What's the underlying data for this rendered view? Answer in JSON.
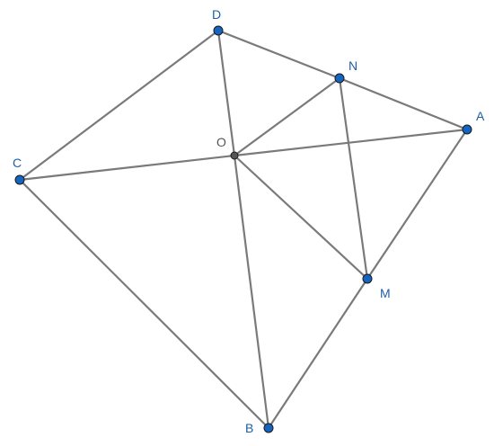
{
  "figure": {
    "points": [
      {
        "id": "D",
        "label": "D",
        "color": "#1565c0",
        "text_color": "#1f5fa6"
      },
      {
        "id": "N",
        "label": "N",
        "color": "#1565c0",
        "text_color": "#1f5fa6"
      },
      {
        "id": "A",
        "label": "A",
        "color": "#1565c0",
        "text_color": "#1f5fa6"
      },
      {
        "id": "C",
        "label": "C",
        "color": "#1565c0",
        "text_color": "#1f5fa6"
      },
      {
        "id": "O",
        "label": "O",
        "color": "#555555",
        "text_color": "#555555"
      },
      {
        "id": "M",
        "label": "M",
        "color": "#1565c0",
        "text_color": "#1f5fa6"
      },
      {
        "id": "B",
        "label": "B",
        "color": "#1565c0",
        "text_color": "#1f5fa6"
      }
    ],
    "segments": [
      [
        "D",
        "N"
      ],
      [
        "N",
        "A"
      ],
      [
        "D",
        "C"
      ],
      [
        "C",
        "B"
      ],
      [
        "B",
        "M"
      ],
      [
        "M",
        "A"
      ],
      [
        "D",
        "O"
      ],
      [
        "O",
        "B"
      ],
      [
        "C",
        "O"
      ],
      [
        "O",
        "A"
      ],
      [
        "N",
        "O"
      ],
      [
        "O",
        "M"
      ],
      [
        "N",
        "M"
      ]
    ]
  }
}
